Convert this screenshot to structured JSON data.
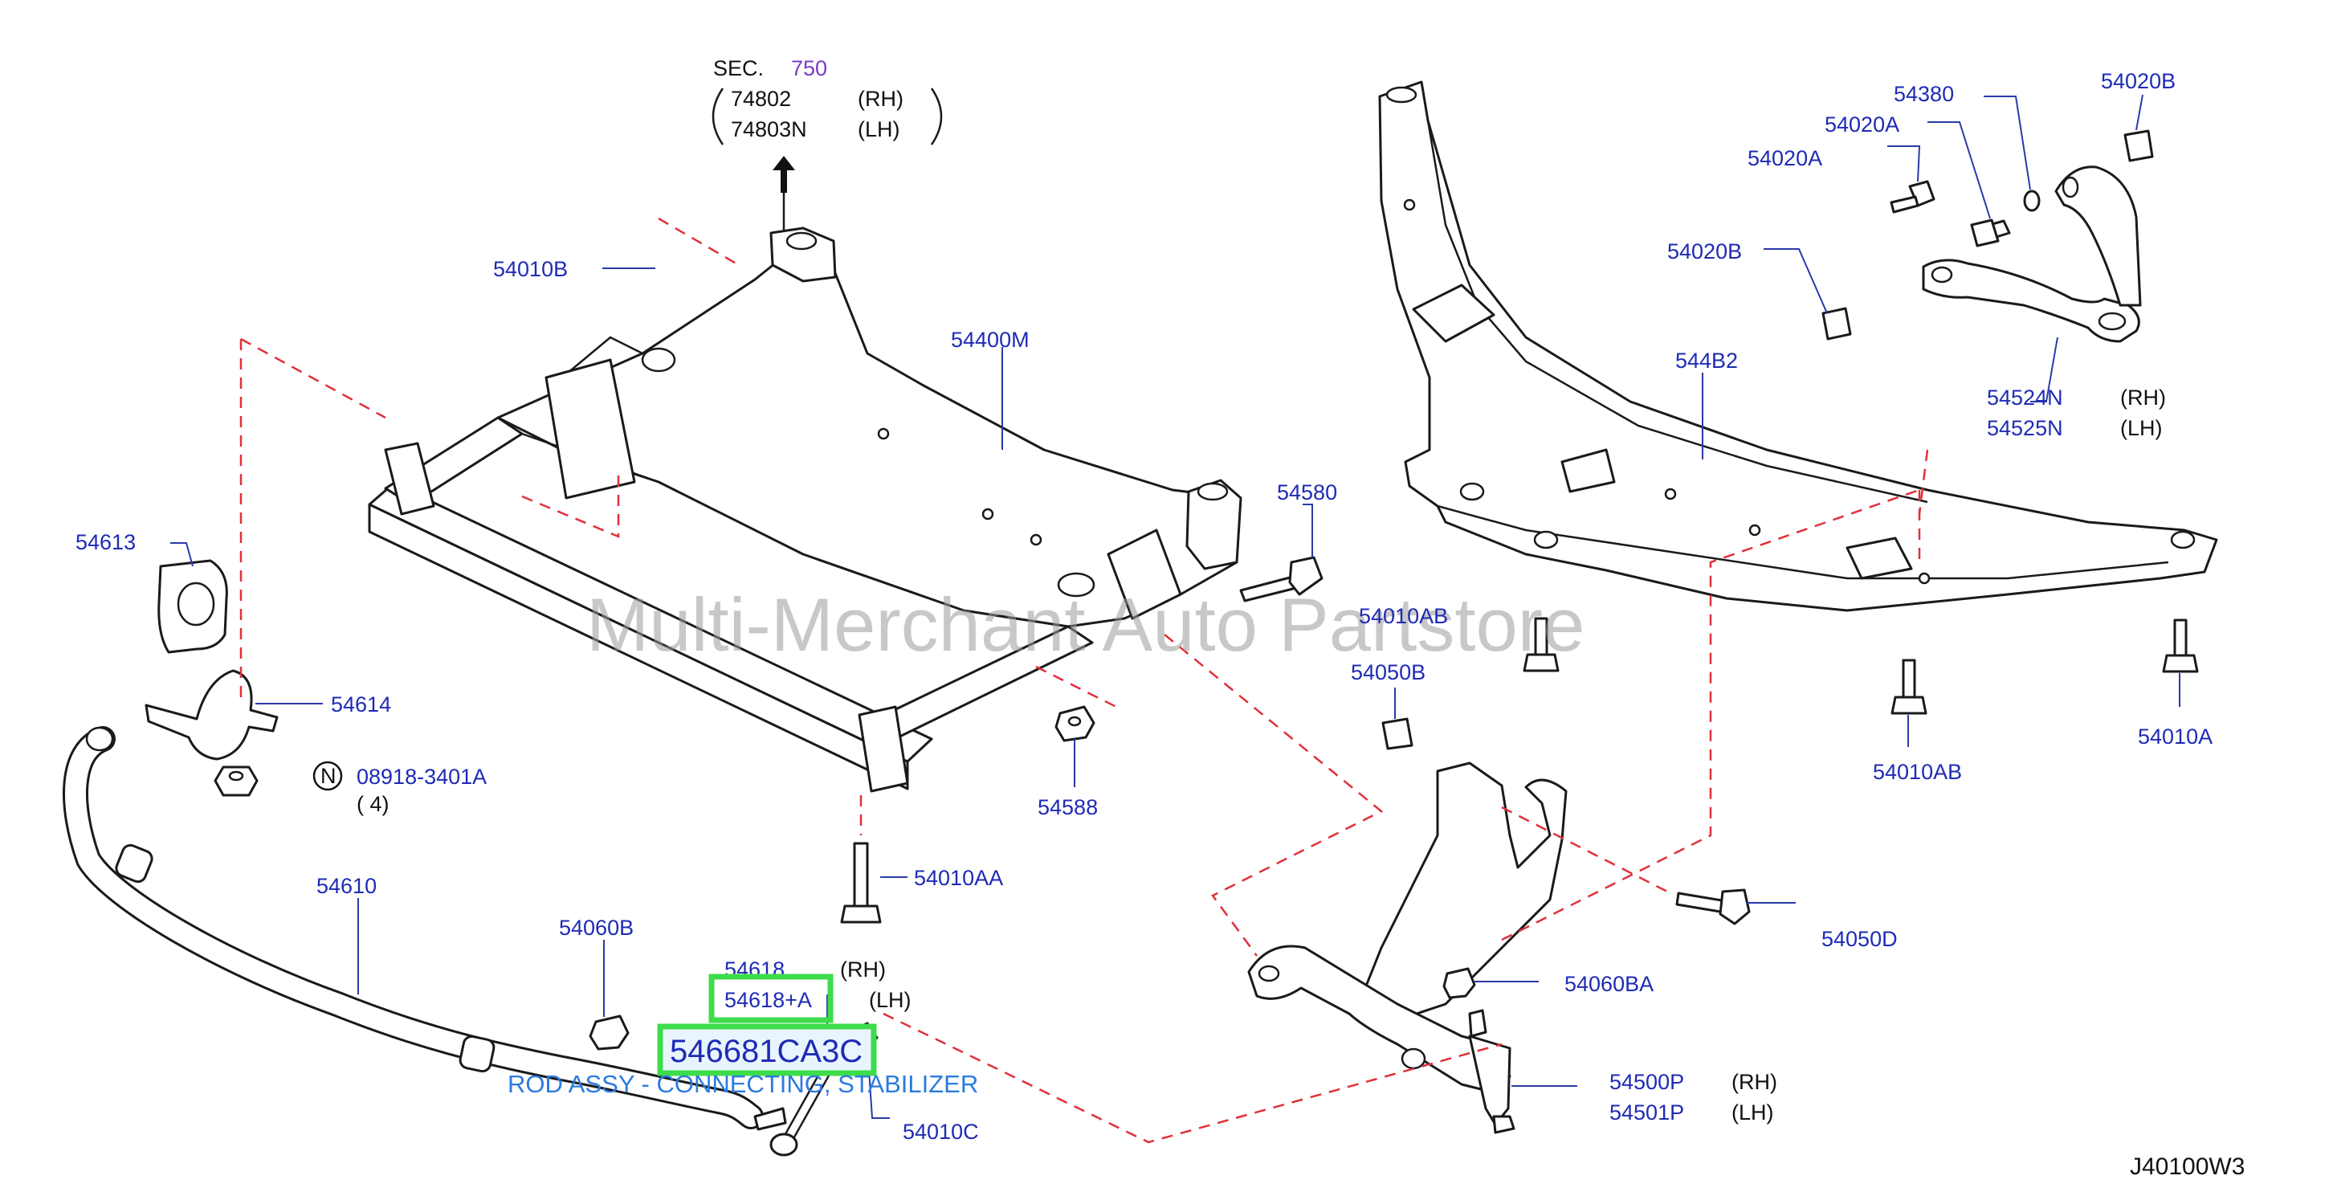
{
  "section": {
    "prefix": "SEC.",
    "number": "750"
  },
  "sec_parts": [
    {
      "part": "74802",
      "side": "(RH)"
    },
    {
      "part": "74803N",
      "side": "(LH)"
    }
  ],
  "watermark": "Multi-Merchant Auto Partstore",
  "diagram_code": "J40100W3",
  "labels": {
    "54010B": "54010B",
    "54400M": "54400M",
    "54613": "54613",
    "54614": "54614",
    "08918": "08918-3401A",
    "qty": "( 4)",
    "n_symbol": "N",
    "54610": "54610",
    "54010AA": "54010AA",
    "54588": "54588",
    "54580": "54580",
    "54060B": "54060B",
    "54618": "54618",
    "54618_rh": "(RH)",
    "54618A": "54618+A",
    "54618A_lh": "(LH)",
    "54010C": "54010C",
    "544B2": "544B2",
    "54380": "54380",
    "54020A_1": "54020A",
    "54020A_2": "54020A",
    "54020B_top": "54020B",
    "54020B_mid": "54020B",
    "54524N": "54524N",
    "54524N_rh": "(RH)",
    "54525N": "54525N",
    "54525N_lh": "(LH)",
    "54010AB_1": "54010AB",
    "54050B": "54050B",
    "54010AB_2": "54010AB",
    "54010A": "54010A",
    "54050D": "54050D",
    "54060BA": "54060BA",
    "54500P": "54500P",
    "54500P_rh": "(RH)",
    "54501P": "54501P",
    "54501P_lh": "(LH)"
  },
  "highlight": {
    "part_number": "546681CA3C",
    "description": "ROD ASSY - CONNECTING, STABILIZER"
  },
  "colors": {
    "label": "#1f2bb5",
    "highlight_box": "#3ddc4a",
    "highlight_fill": "#e8f5ff",
    "highlight_desc": "#2a7be0",
    "leader_dash": "#e0303a",
    "watermark": "#9a9a9a"
  }
}
